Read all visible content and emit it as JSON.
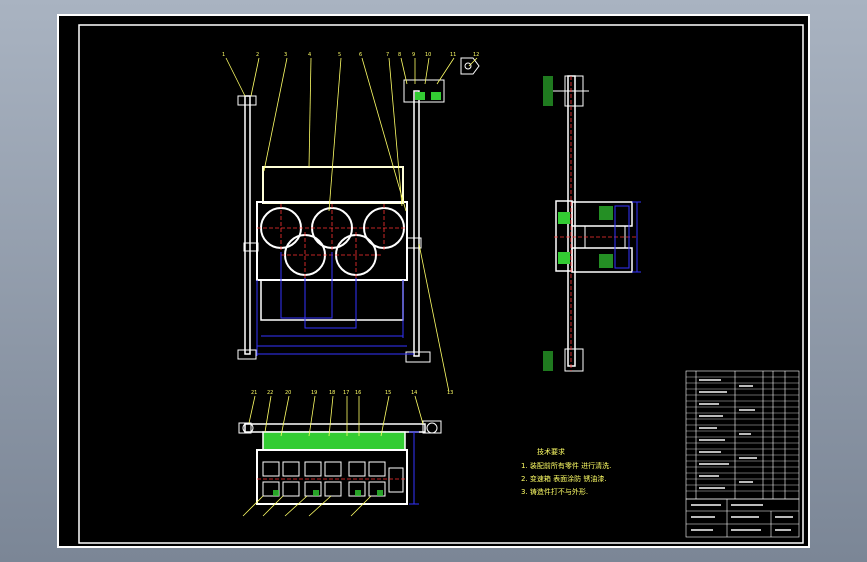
{
  "drawing": {
    "tech_req": {
      "title": "技术要求",
      "items": [
        "1. 装配前所有零件 进行清洗.",
        "2. 变速箱 表面涂防 锈油漆.",
        "3. 铸造件打不与外形."
      ]
    },
    "callouts_top": [
      "1",
      "2",
      "3",
      "4",
      "5",
      "6",
      "7",
      "8",
      "9",
      "10",
      "11",
      "12"
    ],
    "callouts_plan_top": [
      "21",
      "22",
      "20",
      "19",
      "18",
      "17",
      "16",
      "15",
      "14"
    ],
    "callouts_misc": [
      "13"
    ],
    "colors": {
      "background": "#000000",
      "lines": "#ffffff",
      "dimension": "#3333ff",
      "centerline": "#ff3333",
      "fill_green": "#33cc33",
      "leader": "#ffff66"
    }
  }
}
